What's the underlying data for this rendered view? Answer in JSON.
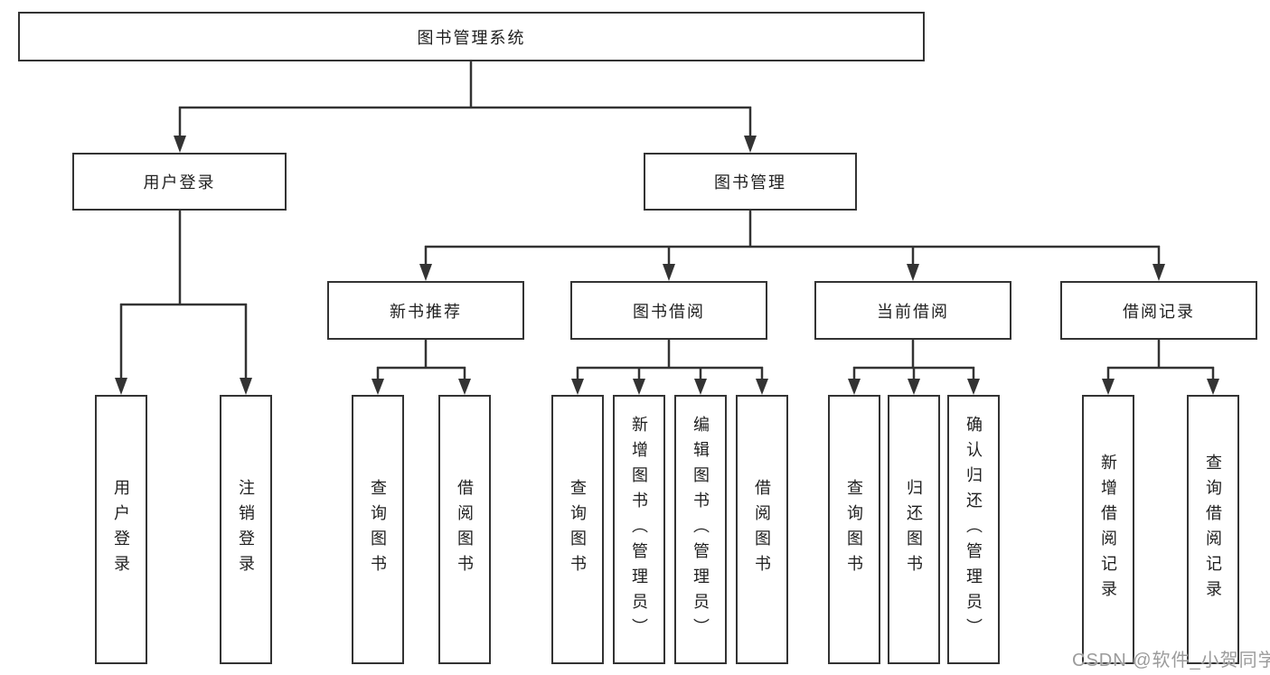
{
  "colors": {
    "line": "#333333",
    "text": "#1f1f1f",
    "box_bg": "#ffffff",
    "watermark": "#9b9b9b"
  },
  "nodes": {
    "root": "图书管理系统",
    "user_login": "用户登录",
    "book_mgmt": "图书管理",
    "new_book": "新书推荐",
    "book_borrow": "图书借阅",
    "current_borrow": "当前借阅",
    "borrow_record": "借阅记录",
    "leaves": {
      "user_login": "用户登录",
      "user_logout": "注销登录",
      "nb_query": "查询图书",
      "nb_borrow": "借阅图书",
      "bb_query": "查询图书",
      "bb_add": "新增图书（管理员）",
      "bb_edit": "编辑图书（管理员）",
      "bb_borrow": "借阅图书",
      "cb_query": "查询图书",
      "cb_return": "归还图书",
      "cb_confirm": "确认归还（管理员）",
      "br_add": "新增借阅记录",
      "br_query": "查询借阅记录"
    }
  },
  "watermark": "CSDN @软件_小贺同学"
}
